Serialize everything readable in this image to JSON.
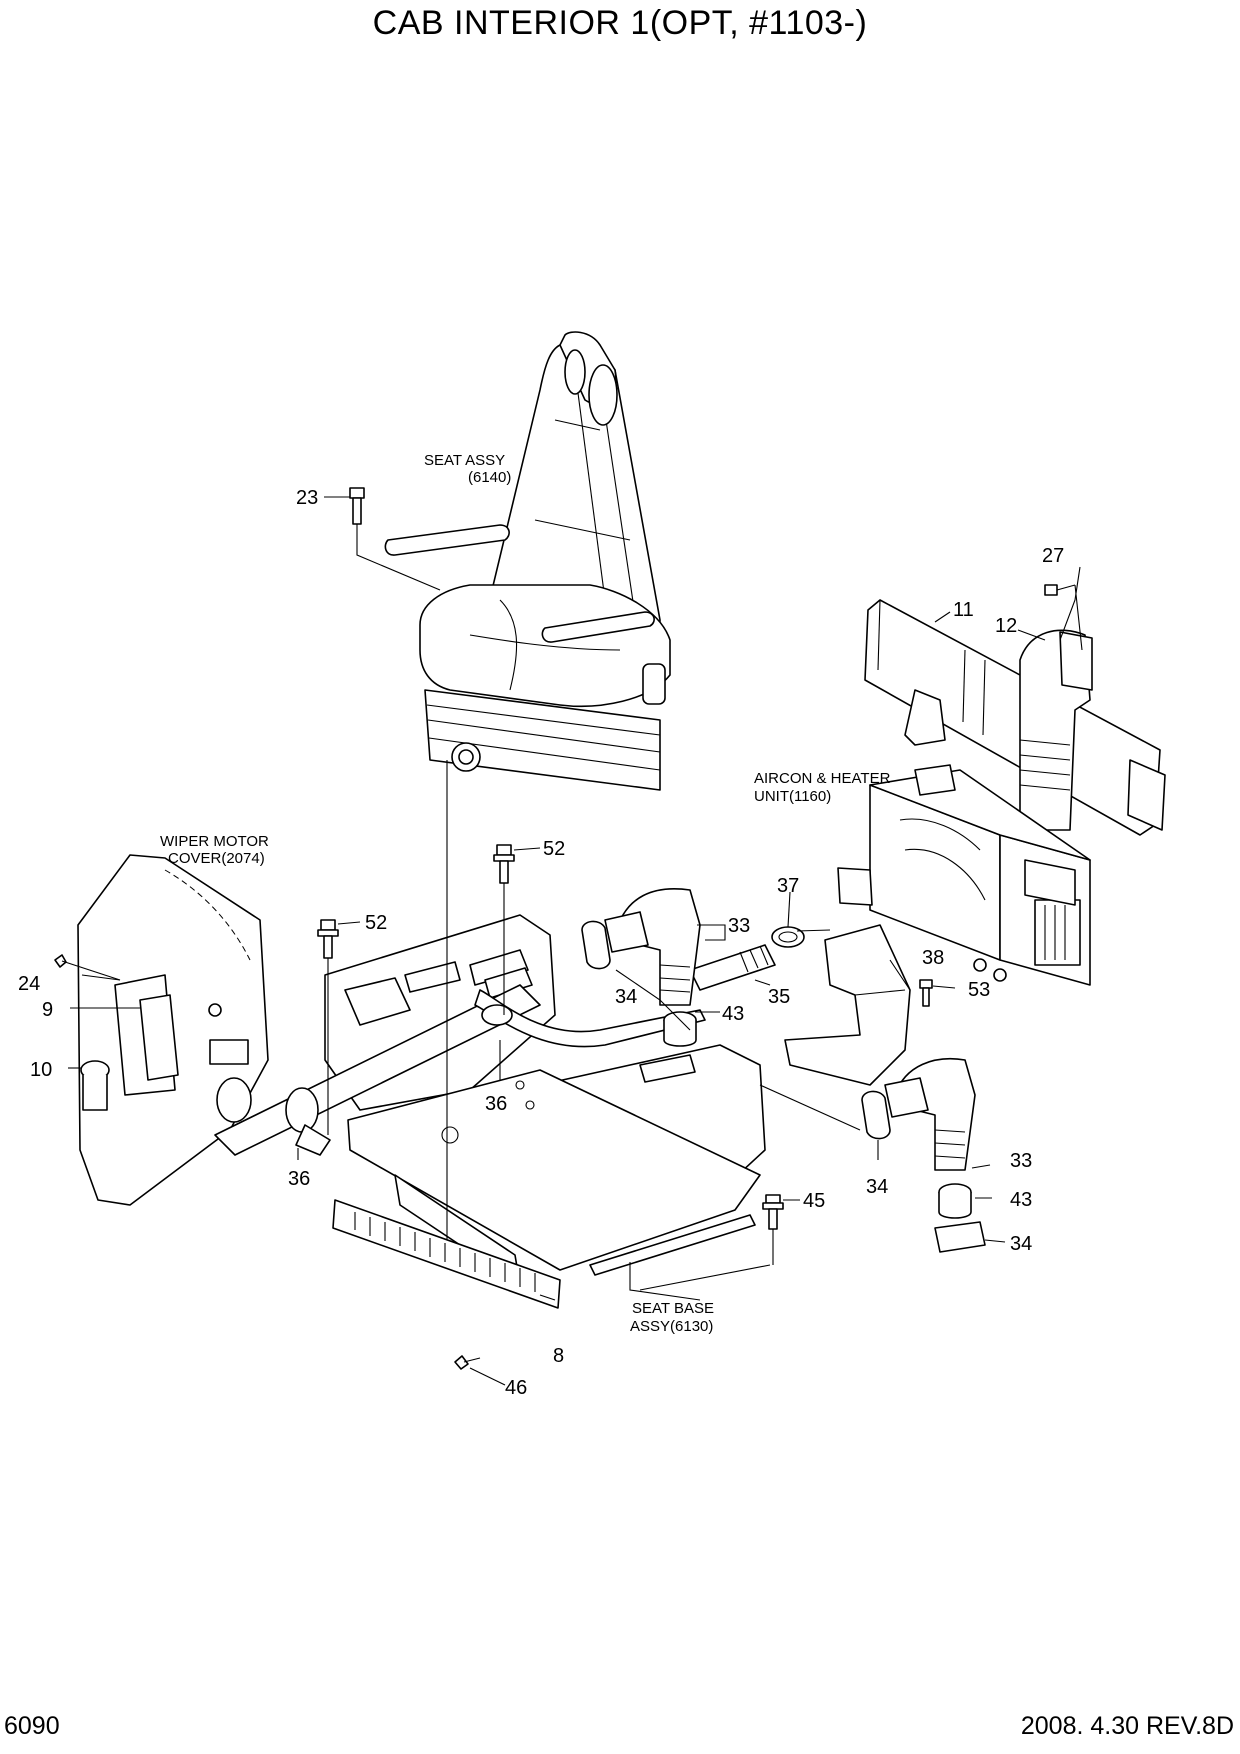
{
  "title": "CAB INTERIOR 1(OPT, #1103-)",
  "callouts": {
    "c23": "23",
    "c27": "27",
    "c11": "11",
    "c12": "12",
    "c52a": "52",
    "c52b": "52",
    "c24": "24",
    "c9": "9",
    "c10": "10",
    "c37": "37",
    "c33a": "33",
    "c34a": "34",
    "c35": "35",
    "c43a": "43",
    "c38": "38",
    "c53": "53",
    "c36a": "36",
    "c36b": "36",
    "c34b": "34",
    "c33b": "33",
    "c43b": "43",
    "c34c": "34",
    "c45": "45",
    "c8": "8",
    "c46": "46"
  },
  "notes": {
    "seat_assy_1": "SEAT ASSY",
    "seat_assy_2": "(6140)",
    "aircon_1": "AIRCON & HEATER",
    "aircon_2": "UNIT(1160)",
    "wiper_1": "WIPER MOTOR",
    "wiper_2": "COVER(2074)",
    "seat_base_1": "SEAT BASE",
    "seat_base_2": "ASSY(6130)"
  },
  "footer": {
    "page_number": "6090",
    "revision": "2008.  4.30  REV.8D"
  }
}
